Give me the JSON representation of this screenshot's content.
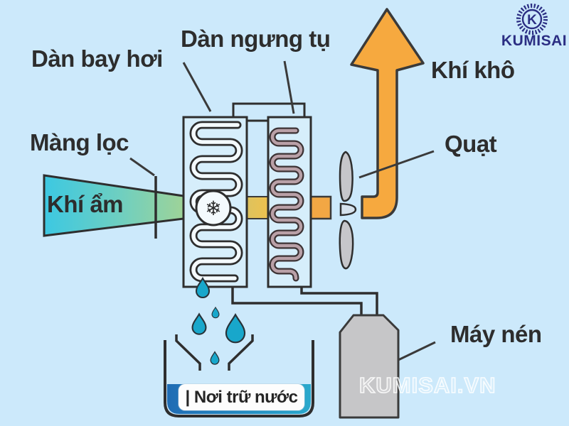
{
  "page": {
    "title": "Dehumidifier working principle diagram",
    "background": "#cce9fb"
  },
  "labels": {
    "evaporator": "Dàn bay hơi",
    "condenser": "Dàn ngưng tụ",
    "dry_air": "Khí khô",
    "filter": "Màng lọc",
    "humid_air": "Khí ẩm",
    "fan": "Quạt",
    "compressor": "Máy nén"
  },
  "tank": {
    "label": "| Nơi trữ nước"
  },
  "logo": {
    "monogram": "K",
    "name": "KUMISAI",
    "color": "#2b2e83"
  },
  "watermark": {
    "text": "KUMISAI.VN"
  },
  "icons": {
    "snowflake": "❄"
  },
  "colors": {
    "background": "#cce9fb",
    "outline": "#2e2e2e",
    "arrow_orange": "#f6a93f",
    "band_yellow": "#eac457",
    "band_orange": "#f2a744",
    "funnel_cyan": "#3cc8e2",
    "funnel_green": "#9ed398",
    "evaporator_coil": "#f4fafd",
    "condenser_coil": "#b9a0a7",
    "compressor_gray": "#c6c6c8",
    "fan_gray": "#c6c6ca",
    "water_drop": "#18a7cb",
    "water_blue": "#1f6cb4",
    "water_teal": "#2aa9cc",
    "logo_navy": "#2b2e83",
    "text": "#2d2d2d"
  }
}
